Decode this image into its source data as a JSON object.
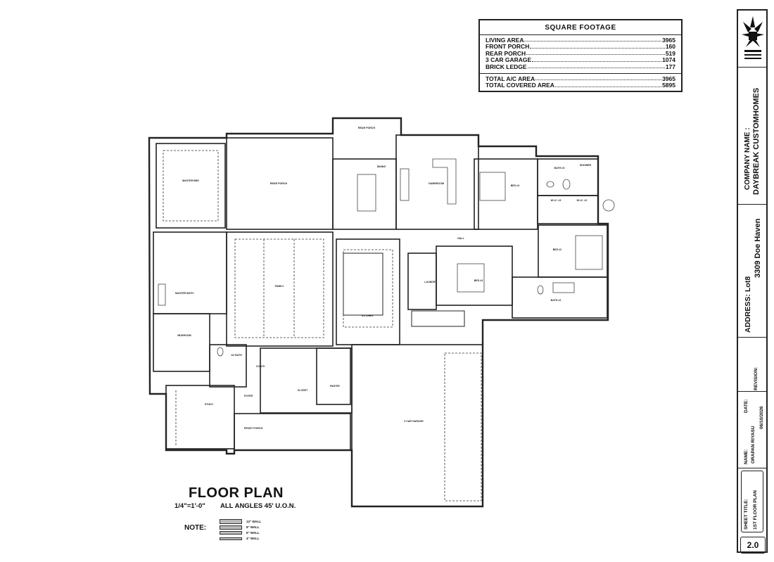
{
  "square_footage": {
    "title": "SQUARE FOOTAGE",
    "rows": [
      {
        "label": "LIVING AREA",
        "value": "3965"
      },
      {
        "label": "FRONT PORCH",
        "value": "160"
      },
      {
        "label": "REAR PORCH",
        "value": "519"
      },
      {
        "label": "3 CAR GARAGE",
        "value": "1074"
      },
      {
        "label": "BRICK LEDGE",
        "value": "177"
      }
    ],
    "totals": [
      {
        "label": "TOTAL A/C AREA",
        "value": "3965"
      },
      {
        "label": "TOTAL COVERED AREA",
        "value": "5895"
      }
    ]
  },
  "title_block": {
    "company_label": "COMPANY NAME :",
    "company_name": "DAYBREAK CUSTOMHOMES",
    "address_label": "ADDRESS:",
    "address_lot": "Lot8",
    "address_street": "3309 Doe Haven",
    "revision_label": "REVISION:",
    "date_label": "DATE:",
    "date_value": "06/10/2026",
    "name_label": "NAME:",
    "name_value": "ORAPAN RIYASU",
    "sheet_title_label": "SHEET TITLE:",
    "sheet_title_value": "1ST FLOOR PLAN",
    "page": "2.0"
  },
  "plan": {
    "title": "FLOOR PLAN",
    "scale": "1/4\"=1'-0\"",
    "angles_note": "ALL ANGLES 45' U.O.N.",
    "note_label": "NOTE:",
    "wall_legend": [
      "12\" WALL",
      "8\" WALL",
      "6\" WALL",
      "4\" WALL"
    ],
    "rooms": {
      "master_bed": "MASTER BED",
      "rear_porch": "REAR PORCH",
      "rear_porch_small": "REAR PORCH",
      "dining": "DINING",
      "gameroom": "GAMEROOM",
      "bed_4": "BED #4",
      "bath_3": "BATH #3",
      "shower": "SHOWER",
      "wic_3": "W.I.C. #3",
      "wic_2": "W.I.C. #2",
      "master_bath": "MASTER BATH",
      "laundry": "LAUNDRY",
      "family": "FAMILY",
      "kitchen": "KITCHEN",
      "bed_3": "BED #3",
      "bed_2": "BED #2",
      "bath_2": "BATH #2",
      "hall": "HALL",
      "mudroom": "MUDROOM",
      "half_bath": "1/2 BATH",
      "study": "STUDY",
      "front_porch": "FRONT PORCH",
      "closet": "CLOSET",
      "pantry": "PANTRY",
      "coats": "COATS",
      "foyer": "FOYER",
      "garage": "3 CAR GARAGE"
    }
  }
}
